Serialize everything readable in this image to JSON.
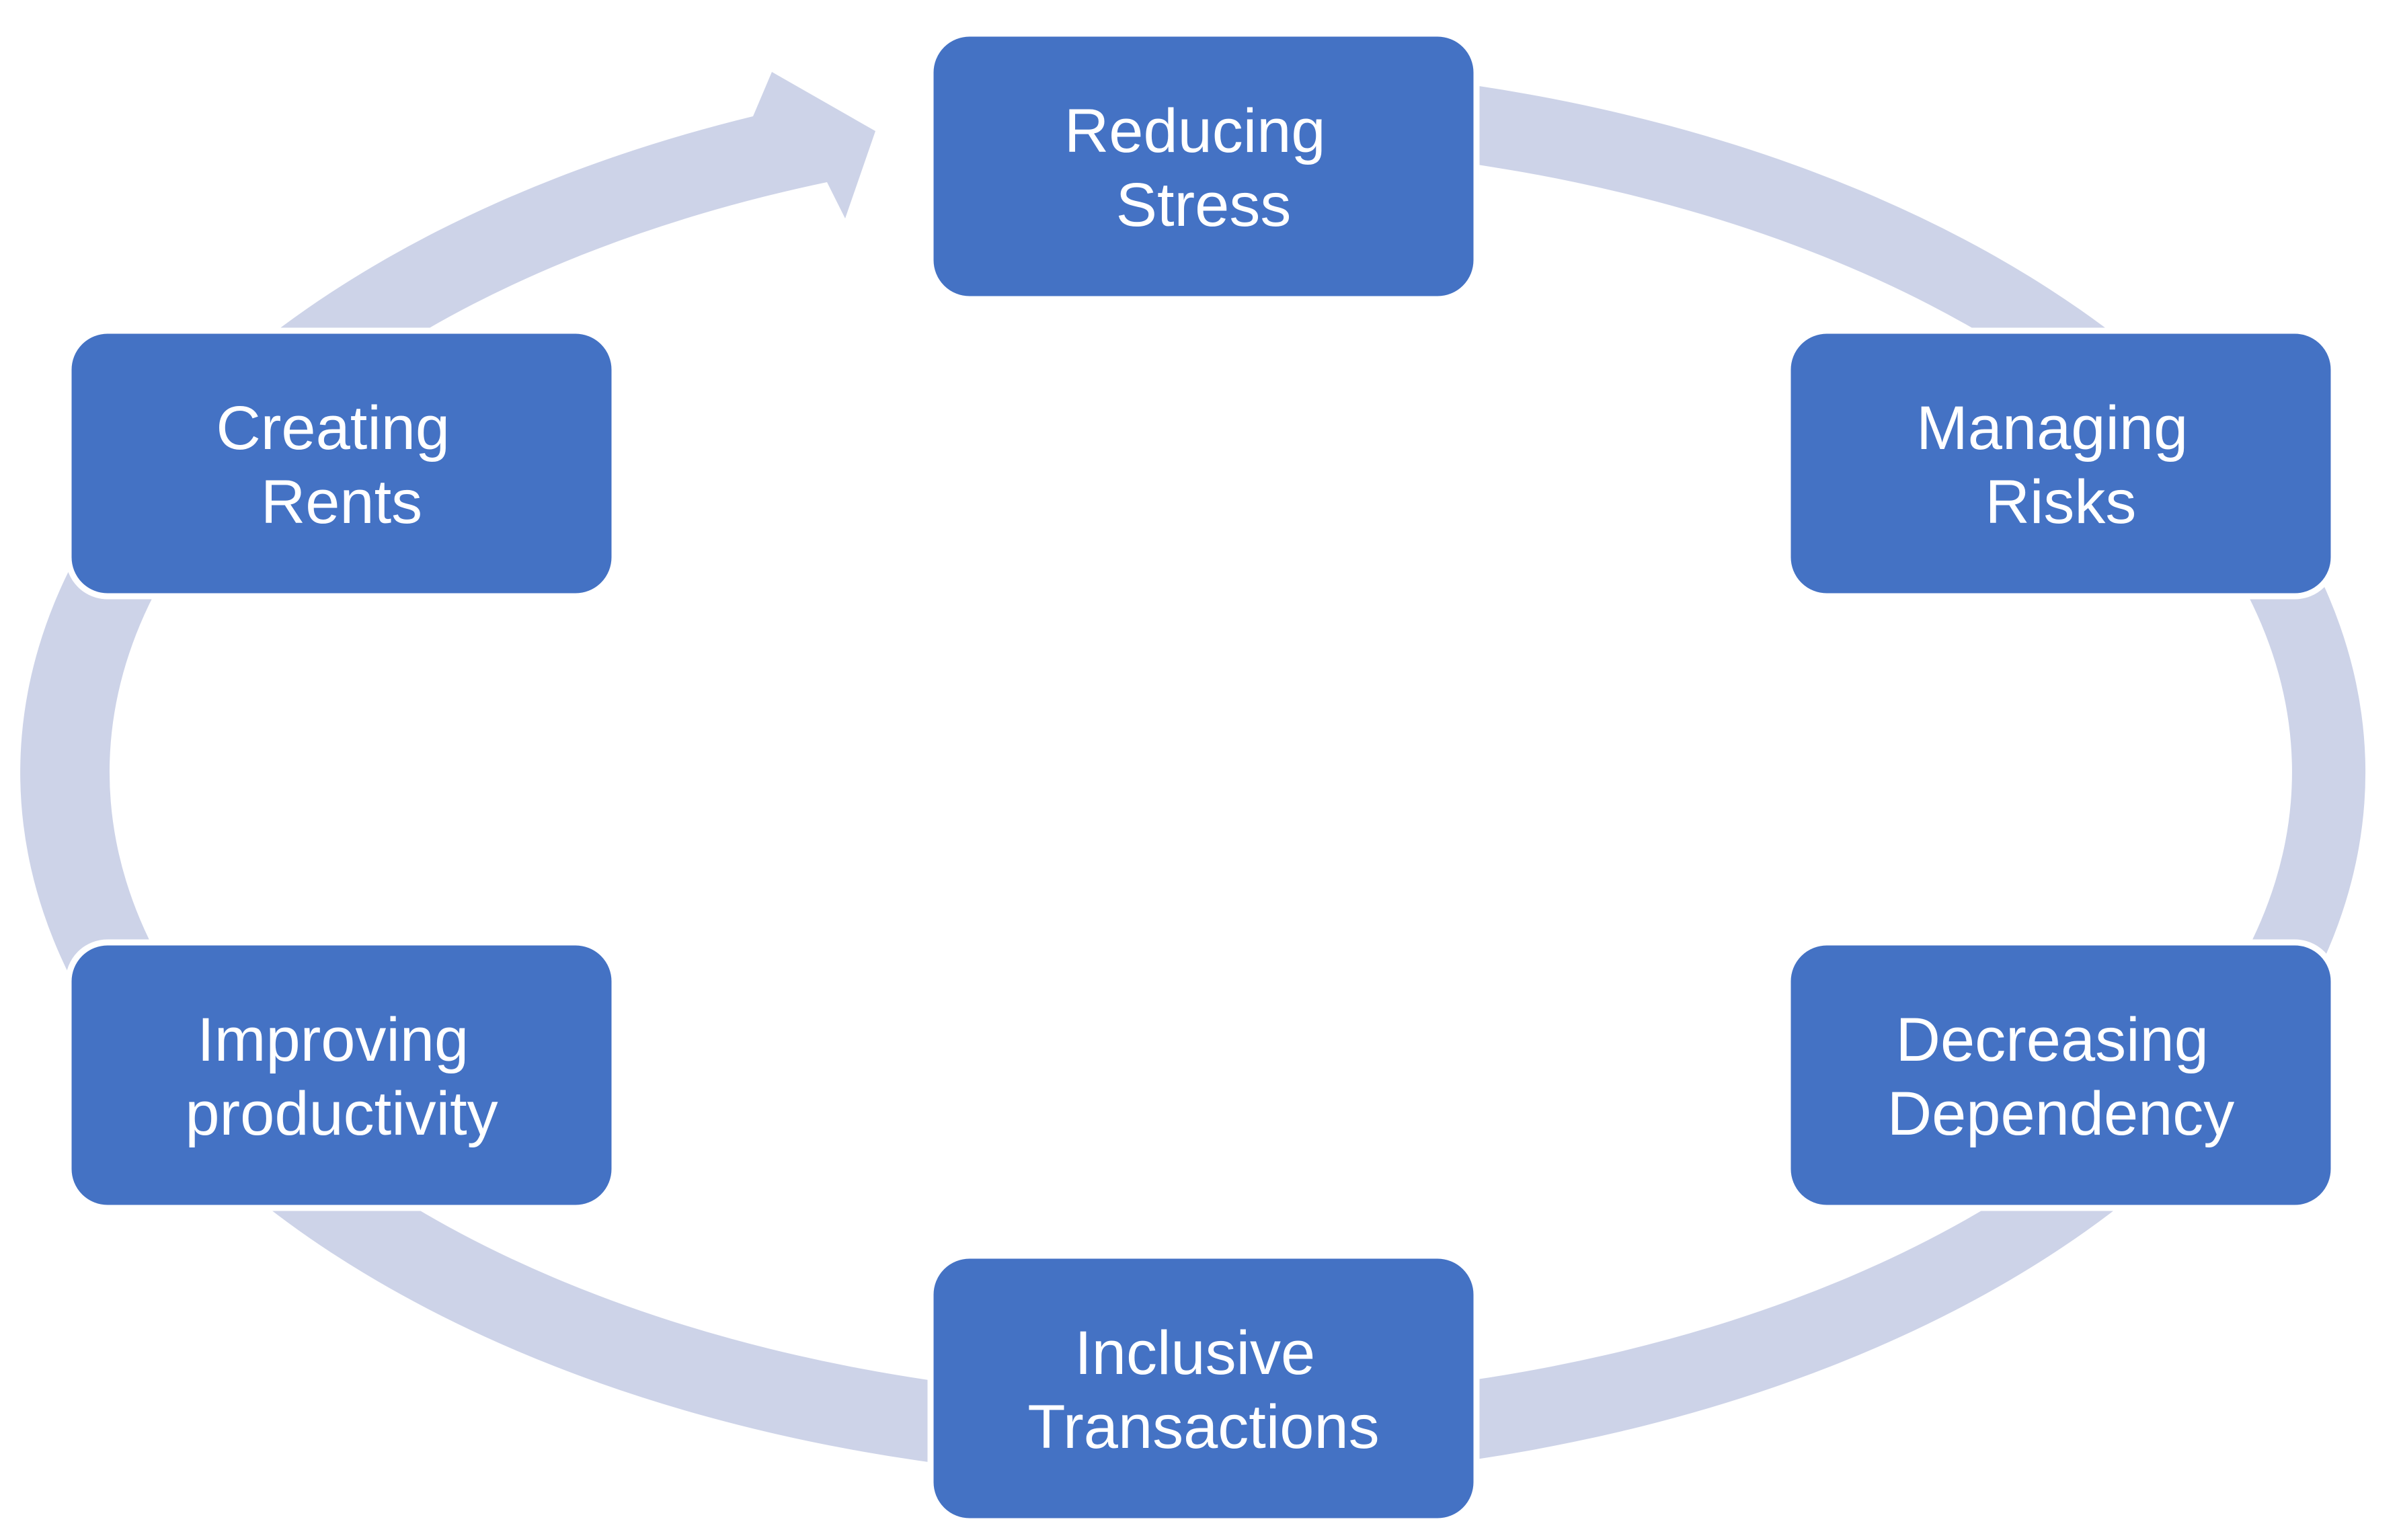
{
  "diagram": {
    "type": "cycle",
    "direction": "clockwise",
    "nodes": [
      {
        "id": "reducing-stress",
        "line1": "Reducing",
        "line2": "Stress"
      },
      {
        "id": "managing-risks",
        "line1": "Managing",
        "line2": "Risks"
      },
      {
        "id": "decreasing-dependency",
        "line1": "Decreasing",
        "line2": "Dependency"
      },
      {
        "id": "inclusive-transactions",
        "line1": "Inclusive",
        "line2": "Transactions"
      },
      {
        "id": "improving-productivity",
        "line1": "Improving",
        "line2": "productivity"
      },
      {
        "id": "creating-rents",
        "line1": "Creating",
        "line2": "Rents"
      }
    ],
    "colors": {
      "node_fill": "#4472C4",
      "node_border": "#FFFFFF",
      "node_text": "#FFFFFF",
      "ring": "#CDD3E8",
      "background": "#FFFFFF"
    }
  }
}
